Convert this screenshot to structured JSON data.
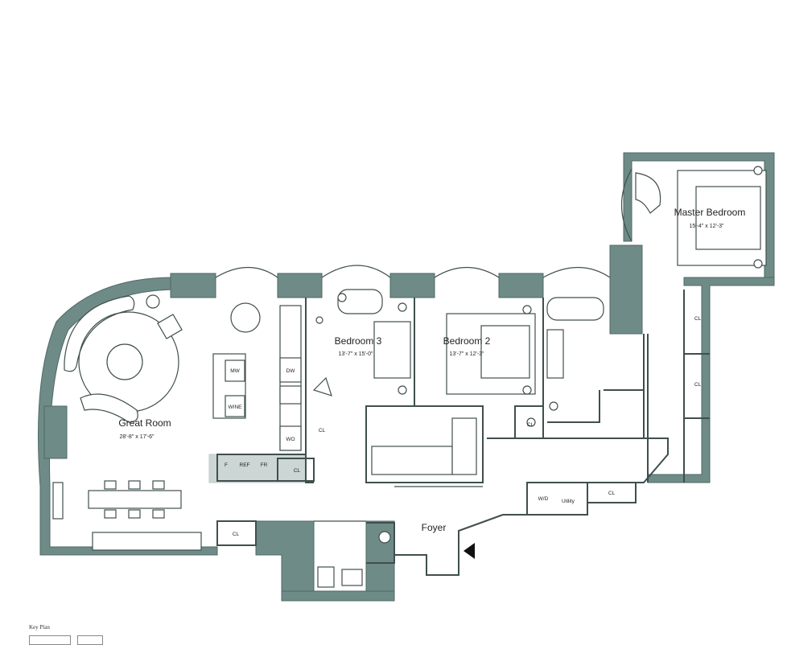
{
  "rooms": {
    "great_room": {
      "name": "Great Room",
      "dims": "28'-8\" x 17'-6\""
    },
    "bedroom3": {
      "name": "Bedroom 3",
      "dims": "13'-7\" x 15'-0\""
    },
    "bedroom2": {
      "name": "Bedroom 2",
      "dims": "13'-7\" x 12'-3\""
    },
    "master": {
      "name": "Master Bedroom",
      "dims": "15'-4\" x 12'-3\""
    },
    "foyer": {
      "name": "Foyer"
    },
    "wd": {
      "name": "W/D"
    },
    "utility": {
      "name": "Utility"
    }
  },
  "closets": [
    "CL",
    "CL",
    "CL",
    "CL",
    "CL",
    "CL",
    "CL"
  ],
  "appliances": {
    "mw": "MW",
    "dw": "DW",
    "wine": "WINE",
    "ref": "REF",
    "fr": "FR",
    "f": "F",
    "wo": "WO"
  },
  "key_plan": {
    "label": "Key Plan"
  },
  "colors": {
    "wall": "#6e8b87",
    "line": "#3f4f4d"
  }
}
